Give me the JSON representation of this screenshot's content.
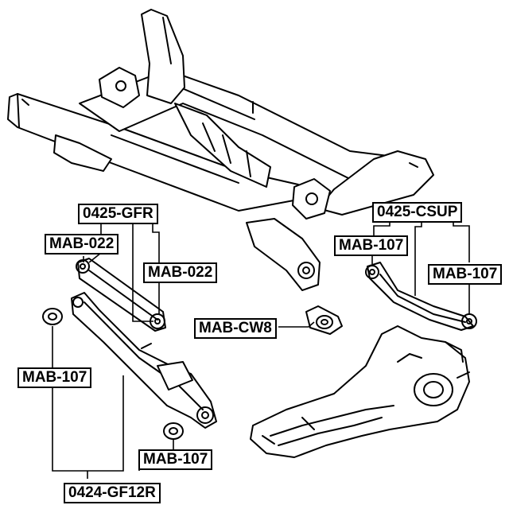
{
  "labels": {
    "top_left_kit": "0425-GFR",
    "top_right_kit": "0425-CSUP",
    "mab022_left": "MAB-022",
    "mab022_right": "MAB-022",
    "mab107_upper_left": "MAB-107",
    "mab107_upper_right": "MAB-107",
    "mab107_lower_left": "MAB-107",
    "mab107_bottom": "MAB-107",
    "mabcw8": "MAB-CW8",
    "bottom_kit": "0424-GF12R"
  }
}
